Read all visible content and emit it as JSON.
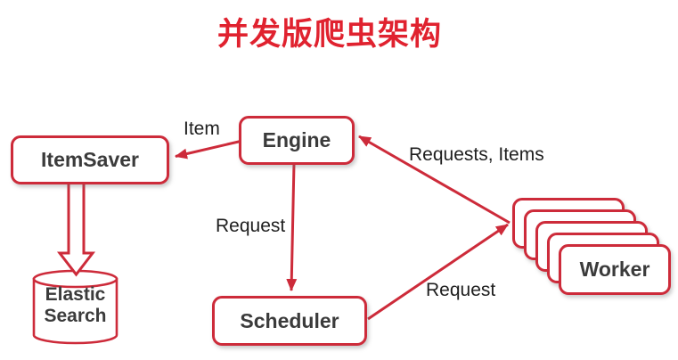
{
  "title": "并发版爬虫架构",
  "palette": {
    "accent_red": "#cd2b3a",
    "title_red": "#e0222f",
    "node_text": "#3b3b3b",
    "label_text": "#1f1f1f",
    "node_fill": "#ffffff"
  },
  "nodes": {
    "engine": {
      "label": "Engine"
    },
    "item_saver": {
      "label": "ItemSaver"
    },
    "scheduler": {
      "label": "Scheduler"
    },
    "worker": {
      "label": "Worker",
      "stack_count": 5
    },
    "elastic_search": {
      "line1": "Elastic",
      "line2": "Search"
    }
  },
  "edges": {
    "engine_to_itemsaver": {
      "label": "Item",
      "from": "Engine",
      "to": "ItemSaver"
    },
    "engine_to_scheduler": {
      "label": "Request",
      "from": "Engine",
      "to": "Scheduler"
    },
    "worker_to_engine": {
      "label": "Requests, Items",
      "from": "Worker",
      "to": "Engine"
    },
    "scheduler_to_worker": {
      "label": "Request",
      "from": "Scheduler",
      "to": "Worker"
    },
    "itemsaver_to_elasticsearch": {
      "from": "ItemSaver",
      "to": "ElasticSearch"
    }
  }
}
